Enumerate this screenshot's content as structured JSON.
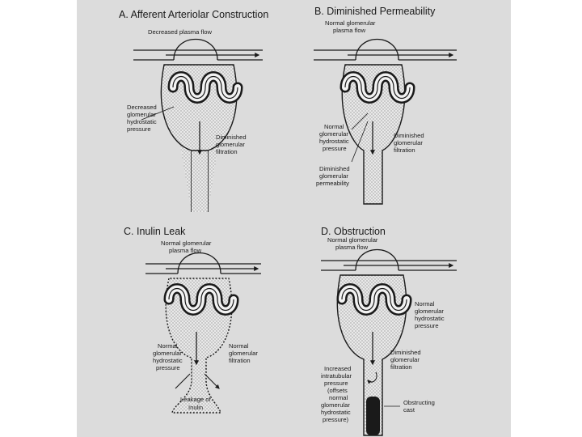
{
  "panels": {
    "a": {
      "title": "A. Afferent Arteriolar Construction",
      "labels": [
        "Decreased plasma flow",
        "Decreased",
        "glomerular",
        "hydrostatic",
        "pressure",
        "Diminished",
        "glomerular",
        "filtration"
      ]
    },
    "b": {
      "title": "B. Diminished Permeability",
      "labels": [
        "Normal glomerular",
        "plasma flow",
        "Normal",
        "glomerular",
        "hydrostatic",
        "pressure",
        "Diminished",
        "glomerular",
        "filtration",
        "Diminished",
        "glomerular",
        "permeability"
      ]
    },
    "c": {
      "title": "C. Inulin Leak",
      "labels": [
        "Normal glomerular",
        "plasma flow",
        "Normal",
        "glomerular",
        "hydrostatic",
        "pressure",
        "Normal",
        "glomerular",
        "filtration",
        "Leakage of",
        "Inulin"
      ]
    },
    "d": {
      "title": "D. Obstruction",
      "labels": [
        "Normal glomerular",
        "plasma flow",
        "Normal",
        "glomerular",
        "hydrostatic",
        "pressure",
        "Diminished",
        "glomerular",
        "filtration",
        "Increased",
        "intratubular",
        "pressure",
        "(offsets",
        "normal",
        "glomerular",
        "hydrostatic",
        "pressure)",
        "Obstructing",
        "cast"
      ]
    }
  }
}
